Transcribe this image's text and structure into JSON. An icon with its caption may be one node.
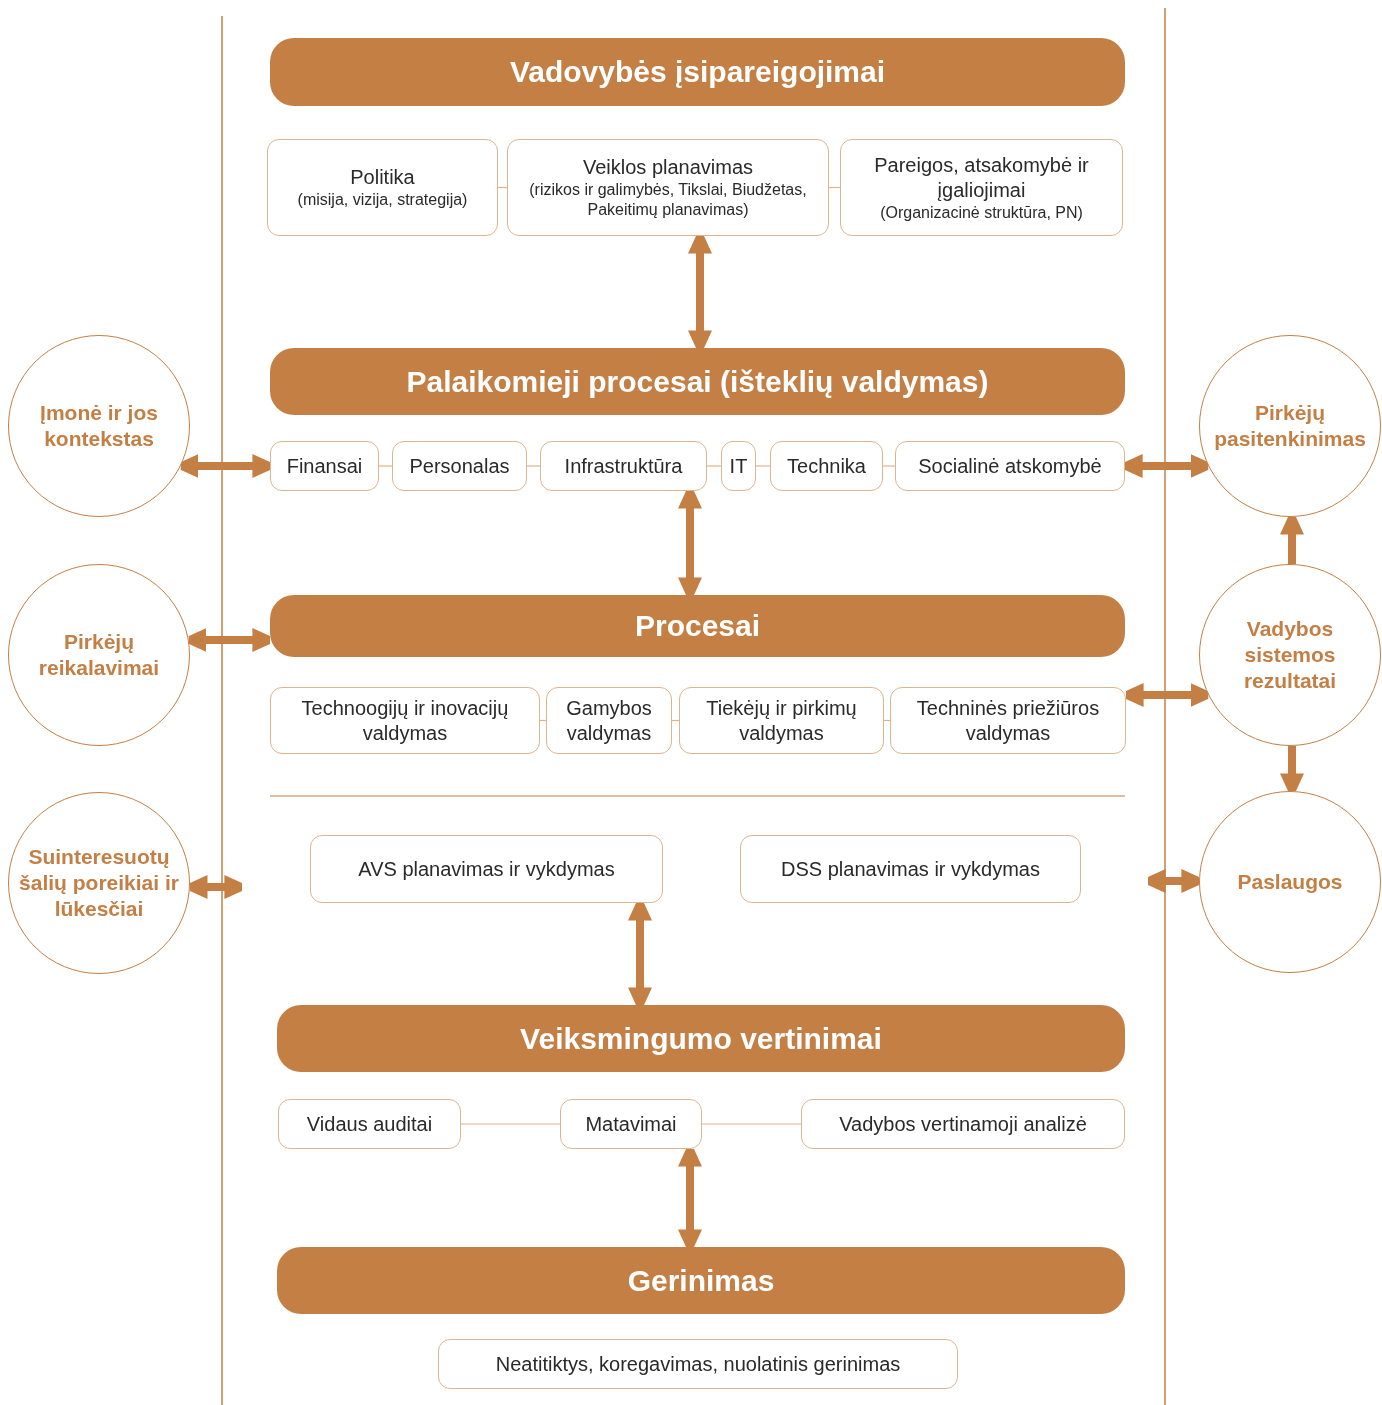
{
  "diagram": {
    "nodes": [
      {
        "text": [
          "Vadovybės įsipareigojimai"
        ]
      },
      {
        "text": [
          "Politika",
          "(misija, vizija, strategija)"
        ]
      },
      {
        "text": [
          "Veiklos planavimas",
          "(rizikos ir galimybės, Tikslai, Biudžetas, Pakeitimų planavimas)"
        ]
      },
      {
        "text": [
          "Pareigos, atsakomybė ir įgaliojimai",
          "(Organizacinė struktūra, PN)"
        ]
      },
      {
        "text": [
          "Palaikomieji procesai (išteklių valdymas)"
        ]
      },
      {
        "text": [
          "Finansai"
        ]
      },
      {
        "text": [
          "Personalas"
        ]
      },
      {
        "text": [
          "Infrastruktūra"
        ]
      },
      {
        "text": [
          "IT"
        ]
      },
      {
        "text": [
          "Technika"
        ]
      },
      {
        "text": [
          "Socialinė atskomybė"
        ]
      },
      {
        "text": [
          "Procesai"
        ]
      },
      {
        "text": [
          "Technoogijų ir inovacijų valdymas"
        ]
      },
      {
        "text": [
          "Gamybos valdymas"
        ]
      },
      {
        "text": [
          "Tiekėjų ir pirkimų valdymas"
        ]
      },
      {
        "text": [
          "Techninės priežiūros valdymas"
        ]
      },
      {
        "text": [
          "AVS planavimas ir vykdymas"
        ]
      },
      {
        "text": [
          "DSS planavimas ir vykdymas"
        ]
      },
      {
        "text": [
          "Veiksmingumo vertinimai"
        ]
      },
      {
        "text": [
          "Vidaus auditai"
        ]
      },
      {
        "text": [
          "Matavimai"
        ]
      },
      {
        "text": [
          "Vadybos vertinamoji analizė"
        ]
      },
      {
        "text": [
          "Gerinimas"
        ]
      },
      {
        "text": [
          "Neatitiktys, koregavimas, nuolatinis gerinimas"
        ]
      },
      {
        "text": [
          "Įmonė ir jos kontekstas"
        ]
      },
      {
        "text": [
          "Pirkėjų reikalavimai"
        ]
      },
      {
        "text": [
          "Suinteresuotų šalių poreikiai ir lūkesčiai"
        ]
      },
      {
        "text": [
          "Pirkėjų pasitenkinimas"
        ]
      },
      {
        "text": [
          "Vadybos sistemos rezultatai"
        ]
      },
      {
        "text": [
          "Paslaugos"
        ]
      }
    ],
    "edges": [
      {
        "from": 1,
        "to": 2,
        "arrow": "none"
      },
      {
        "from": 2,
        "to": 3,
        "arrow": "none"
      },
      {
        "from": 5,
        "to": 6,
        "arrow": "none"
      },
      {
        "from": 6,
        "to": 7,
        "arrow": "none"
      },
      {
        "from": 7,
        "to": 8,
        "arrow": "none"
      },
      {
        "from": 8,
        "to": 9,
        "arrow": "none"
      },
      {
        "from": 9,
        "to": 10,
        "arrow": "none"
      },
      {
        "from": 12,
        "to": 13,
        "arrow": "none"
      },
      {
        "from": 13,
        "to": 14,
        "arrow": "none"
      },
      {
        "from": 14,
        "to": 15,
        "arrow": "none"
      },
      {
        "from": 19,
        "to": 20,
        "arrow": "none"
      },
      {
        "from": 20,
        "to": 21,
        "arrow": "none"
      },
      {
        "from": 2,
        "to": 4,
        "arrow": "both",
        "style": "thick"
      },
      {
        "from": 7,
        "to": 11,
        "arrow": "both",
        "style": "thick"
      },
      {
        "from": 16,
        "to": 18,
        "arrow": "both",
        "style": "thick"
      },
      {
        "from": 20,
        "to": 22,
        "arrow": "both",
        "style": "thick"
      },
      {
        "from": 24,
        "to": 5,
        "arrow": "both",
        "style": "thick"
      },
      {
        "from": 25,
        "to": 11,
        "arrow": "both",
        "style": "thick"
      },
      {
        "from": 26,
        "to": null,
        "arrow": "both",
        "style": "thick"
      },
      {
        "from": 27,
        "to": 10,
        "arrow": "both",
        "style": "thick"
      },
      {
        "from": 28,
        "to": 15,
        "arrow": "both",
        "style": "thick"
      },
      {
        "from": 29,
        "to": null,
        "arrow": "both",
        "style": "thick"
      },
      {
        "from": 28,
        "to": 27,
        "arrow": "to",
        "style": "thick"
      },
      {
        "from": 28,
        "to": 29,
        "arrow": "to",
        "style": "thick"
      }
    ]
  }
}
